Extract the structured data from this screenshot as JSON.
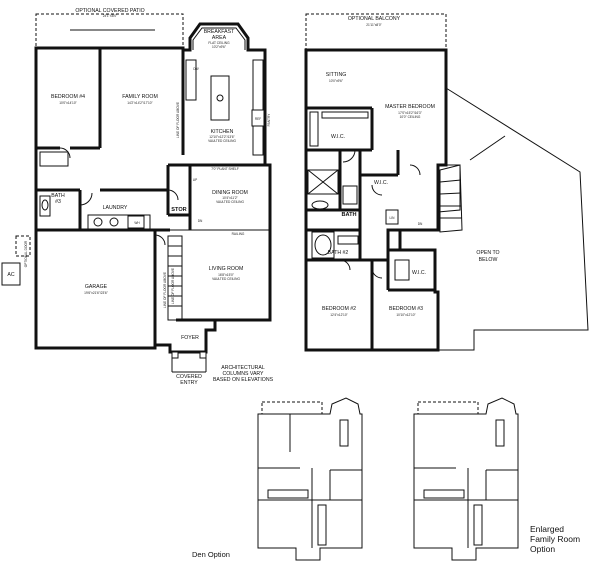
{
  "first_floor": {
    "patio": {
      "name": "OPTIONAL COVERED PATIO",
      "dims": "24'1\"X8'0\""
    },
    "bedroom4": {
      "name": "BEDROOM #4",
      "dims": "10'0\"x14'10\""
    },
    "family_room": {
      "name": "FAMILY ROOM",
      "dims": "14'2\"x14'2\"/17'10\""
    },
    "breakfast": {
      "name": "BREAKFAST",
      "line2": "AREA",
      "line3": "FLAT CEILING",
      "dims": "10'2\"x9'6\""
    },
    "kitchen": {
      "name": "KITCHEN",
      "dims": "12'10\"x12'2\"/13'6\"",
      "note": "VAULTED CEILING"
    },
    "bath3": {
      "name": "BATH",
      "num": "#3"
    },
    "laundry": {
      "name": "LAUNDRY"
    },
    "stor": {
      "name": "STOR"
    },
    "dining": {
      "name": "DINING ROOM",
      "dims": "10'4\"x11'2\"",
      "note": "VAULTED CEILING"
    },
    "living": {
      "name": "LIVING ROOM",
      "dims": "16'8\"x15'0\"",
      "note": "VAULTED CEILING"
    },
    "garage": {
      "name": "GARAGE",
      "dims": "19'6\"x21'6\"/23'6\""
    },
    "foyer": {
      "name": "FOYER"
    },
    "covered_entry": {
      "line1": "COVERED",
      "line2": "ENTRY"
    },
    "arch_note": {
      "line1": "ARCHITECTURAL",
      "line2": "COLUMNS VARY",
      "line3": "BASED ON ELEVATIONS"
    },
    "optional_door": "OPTIONAL DOOR",
    "ac": "AC",
    "railing": "RAILING",
    "line_floor_above": "LINE OF FLOOR ABOVE",
    "plant_shelf": "7'0\" PLANT SHELF",
    "pantry": "PANTRY",
    "marks": {
      "dw": "DW",
      "ref": "REF",
      "up": "UP",
      "wh": "WH",
      "dn": "DN"
    }
  },
  "second_floor": {
    "balcony": {
      "name": "OPTIONAL BALCONY",
      "dims": "21'11\"x8'0\""
    },
    "sitting": {
      "name": "SITTING",
      "dims": "10'0\"x9'6\""
    },
    "master": {
      "name": "MASTER BEDROOM",
      "dims": "17'0\"x15'2\"/16'3\"",
      "note": "10'0\" CEILING"
    },
    "wic1": "W.I.C.",
    "wic2": "W.I.C.",
    "wic3": "W.I.C.",
    "master_bath": "BATH",
    "bath2": "BATH #2",
    "bedroom2": {
      "name": "BEDROOM #2",
      "dims": "12'4\"x12'10\""
    },
    "bedroom3": {
      "name": "BEDROOM #3",
      "dims": "10'10\"x12'10\""
    },
    "open_below": {
      "line1": "OPEN TO",
      "line2": "BELOW"
    },
    "lin": "LIN",
    "dn": "DN"
  },
  "options": {
    "den": "Den Option",
    "enlarged": {
      "line1": "Enlarged",
      "line2": "Family Room",
      "line3": "Option"
    }
  }
}
